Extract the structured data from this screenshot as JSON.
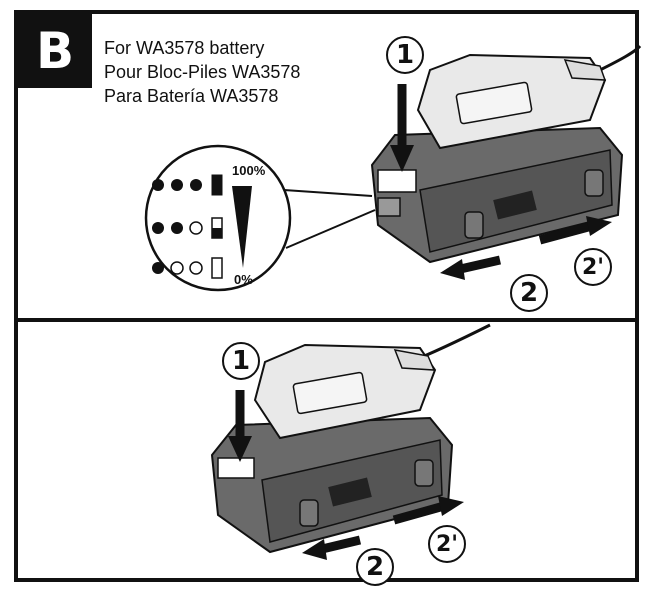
{
  "badge": {
    "letter": "B"
  },
  "caption": {
    "line1": "For WA3578 battery",
    "line2": "Pour Bloc-Piles WA3578",
    "line3": "Para Batería WA3578"
  },
  "indicator": {
    "top_label": "100%",
    "bottom_label": "0%"
  },
  "steps": {
    "top": {
      "press": "1",
      "slide_left": "2",
      "slide_right": "2'"
    },
    "bottom": {
      "press": "1",
      "slide_left": "2",
      "slide_right": "2'"
    }
  },
  "colors": {
    "ink": "#111111",
    "device_light": "#e9e9e9",
    "device_dark": "#6a6a6a"
  }
}
